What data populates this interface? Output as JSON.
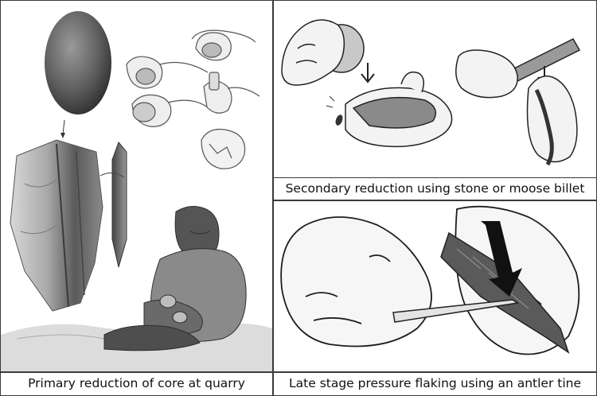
{
  "figure": {
    "captions": {
      "primary": "Primary reduction of core at quarry",
      "secondary": "Secondary reduction using stone or moose billet",
      "pressure": "Late stage pressure flaking using an antler tine"
    }
  }
}
